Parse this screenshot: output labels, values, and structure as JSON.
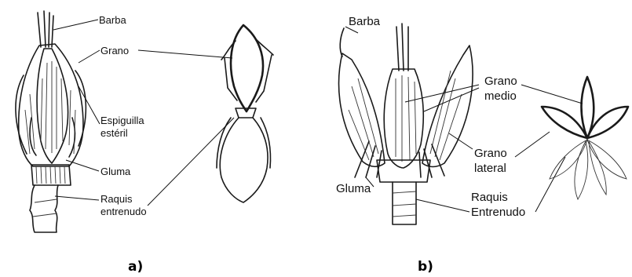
{
  "panel_a": {
    "caption": "a)",
    "labels": {
      "barba": "Barba",
      "grano": "Grano",
      "espiguilla_line1": "Espiguilla",
      "espiguilla_line2": "estéril",
      "gluma": "Gluma",
      "raquis_line1": "Raquis",
      "raquis_line2": "entrenudo"
    }
  },
  "panel_b": {
    "caption": "b)",
    "labels": {
      "barba": "Barba",
      "grano_medio_line1": "Grano",
      "grano_medio_line2": "medio",
      "grano_lateral_line1": "Grano",
      "grano_lateral_line2": "lateral",
      "gluma": "Gluma",
      "raquis_line1": "Raquis",
      "raquis_line2": "Entrenudo"
    }
  }
}
